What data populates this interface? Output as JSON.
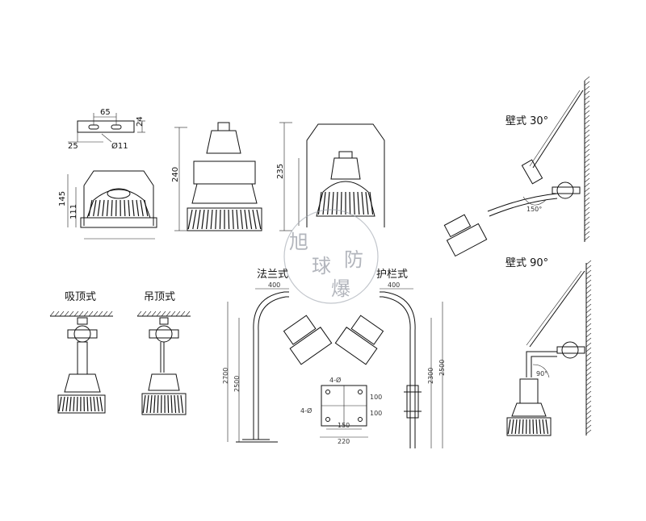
{
  "labels": {
    "ceiling_mount": "吸顶式",
    "pendant_mount": "吊顶式",
    "flange_mount": "法兰式",
    "guardrail_mount": "护栏式",
    "wall_30": "壁式 30°",
    "wall_90": "壁式 90°"
  },
  "dimensions": {
    "bracket_width": "65",
    "bracket_height": "24",
    "bracket_offset": "25",
    "hole_dia": "Ø11",
    "lamp1_height": "145",
    "lamp1_inner": "111",
    "lamp2_height": "240",
    "lamp3_height": "235",
    "pole_arm_left": "400",
    "pole_arm_right": "400",
    "pole_total_left": "2700",
    "pole_height_left": "2500",
    "pole_total_right": "2300",
    "pole_height_right": "2500",
    "angle_30": "150°",
    "angle_90": "90°",
    "flange_150": "150",
    "flange_220": "220",
    "flange_100a": "100",
    "flange_100b": "100",
    "flange_4x": "4-Ø",
    "flange_side": "4-Ø"
  },
  "watermark": [
    "旭",
    "球",
    "防",
    "爆"
  ],
  "colors": {
    "line": "#111111",
    "watermark": "#8a8f99"
  }
}
